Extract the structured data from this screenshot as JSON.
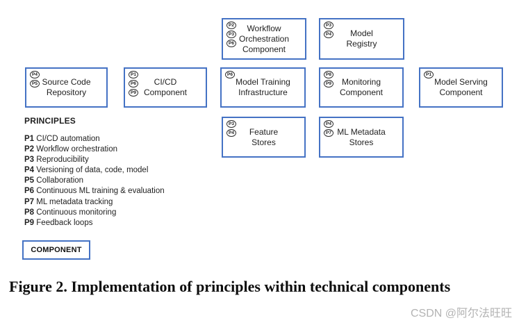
{
  "diagram": {
    "colors": {
      "box_border": "#4472c4",
      "badge_outline": "#2b2b2b",
      "watermark": "#b3b3b3"
    },
    "boxes": [
      {
        "label": "Workflow Orchestration Component",
        "badges": [
          "P2",
          "P3",
          "P6"
        ]
      },
      {
        "label": "Model Registry",
        "badges": [
          "P3",
          "P4"
        ]
      },
      {
        "label": "Source Code Repository",
        "badges": [
          "P4",
          "P5"
        ]
      },
      {
        "label": "CI/CD Component",
        "badges": [
          "P1",
          "P6",
          "P9"
        ]
      },
      {
        "label": "Model Training Infrastructure",
        "badges": [
          "P6"
        ]
      },
      {
        "label": "Monitoring Component",
        "badges": [
          "P8",
          "P9"
        ]
      },
      {
        "label": "Model Serving Component",
        "badges": [
          "P1"
        ]
      },
      {
        "label": "Feature Stores",
        "badges": [
          "P3",
          "P4"
        ]
      },
      {
        "label": "ML Metadata Stores",
        "badges": [
          "P4",
          "P7"
        ]
      }
    ],
    "principles": {
      "heading": "PRINCIPLES",
      "items": [
        {
          "code": "P1",
          "text": "CI/CD automation"
        },
        {
          "code": "P2",
          "text": "Workflow orchestration"
        },
        {
          "code": "P3",
          "text": "Reproducibility"
        },
        {
          "code": "P4",
          "text": "Versioning of data, code, model"
        },
        {
          "code": "P5",
          "text": "Collaboration"
        },
        {
          "code": "P6",
          "text": "Continuous ML training & evaluation"
        },
        {
          "code": "P7",
          "text": "ML metadata tracking"
        },
        {
          "code": "P8",
          "text": "Continuous monitoring"
        },
        {
          "code": "P9",
          "text": "Feedback loops"
        }
      ]
    },
    "legend": {
      "label": "COMPONENT"
    }
  },
  "caption": {
    "text": "Figure 2. Implementation of principles within technical components"
  },
  "watermark": {
    "text": "CSDN @阿尔法旺旺"
  }
}
